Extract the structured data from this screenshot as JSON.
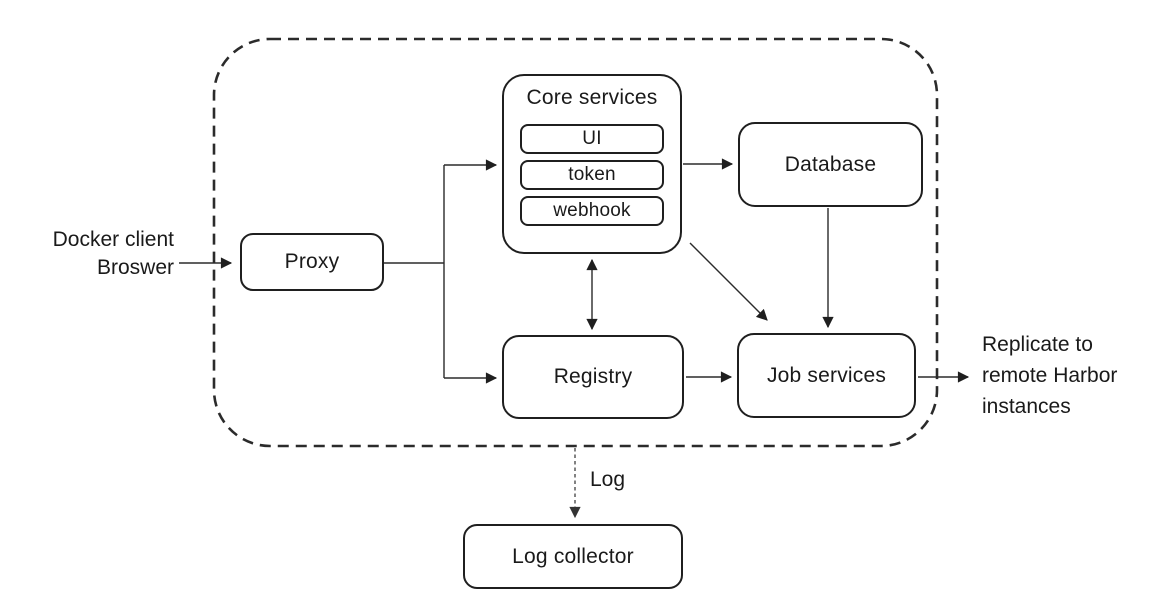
{
  "diagram": {
    "client": {
      "lines": [
        "Docker client",
        "Broswer"
      ]
    },
    "nodes": {
      "proxy": "Proxy",
      "core_services": "Core services",
      "ui": "UI",
      "token": "token",
      "webhook": "webhook",
      "database": "Database",
      "registry": "Registry",
      "job_services": "Job services",
      "log_collector": "Log collector"
    },
    "labels": {
      "log": "Log",
      "replicate_lines": [
        "Replicate to",
        "remote Harbor",
        "instances"
      ]
    },
    "colors": {
      "stroke": "#2b2b2b",
      "text": "#1a1a1a",
      "background": "#ffffff"
    }
  }
}
